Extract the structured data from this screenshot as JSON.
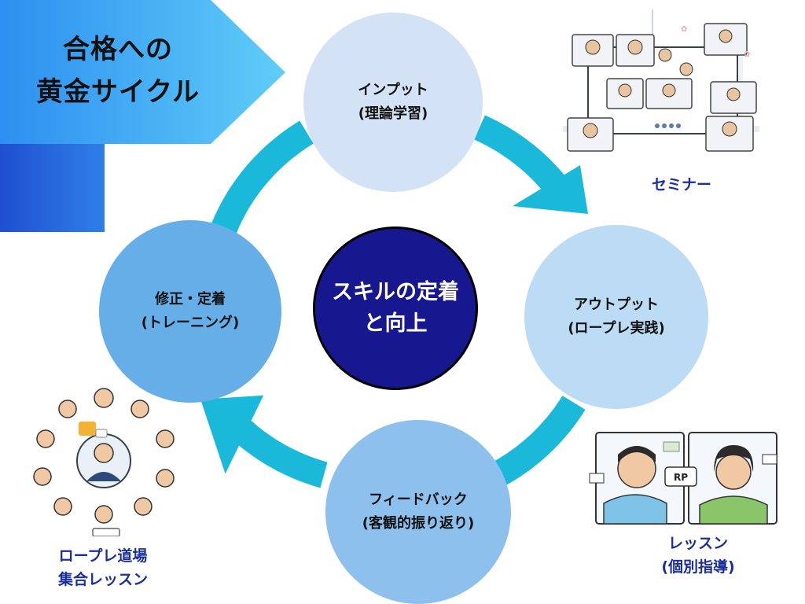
{
  "title": {
    "line1": "合格への",
    "line2": "黄金サイクル"
  },
  "center": {
    "line1": "スキルの定着",
    "line2": "と向上"
  },
  "nodes": {
    "input": {
      "line1": "インプット",
      "line2": "(理論学習)"
    },
    "output": {
      "line1": "アウトプット",
      "line2": "(ロープレ実践)"
    },
    "feedback": {
      "line1": "フィードバック",
      "line2": "(客観的振り返り)"
    },
    "fix": {
      "line1": "修正・定着",
      "line2": "(トレーニング)"
    }
  },
  "captions": {
    "seminar": {
      "line1": "セミナー"
    },
    "lesson": {
      "line1": "レッスン",
      "line2": "(個別指導)"
    },
    "dojo": {
      "line1": "ロープレ道場",
      "line2": "集合レッスン"
    }
  },
  "lesson_badge": "RP",
  "colors": {
    "ring": "#1ab9d9",
    "center_fill": "#17178f",
    "node_input": "#d3e3f5",
    "node_output": "#bcdcf6",
    "node_feedback": "#8ec0ee",
    "node_fix": "#66aee8",
    "caption": "#1b2f9c",
    "title_arrow": "#4ab4f0"
  }
}
